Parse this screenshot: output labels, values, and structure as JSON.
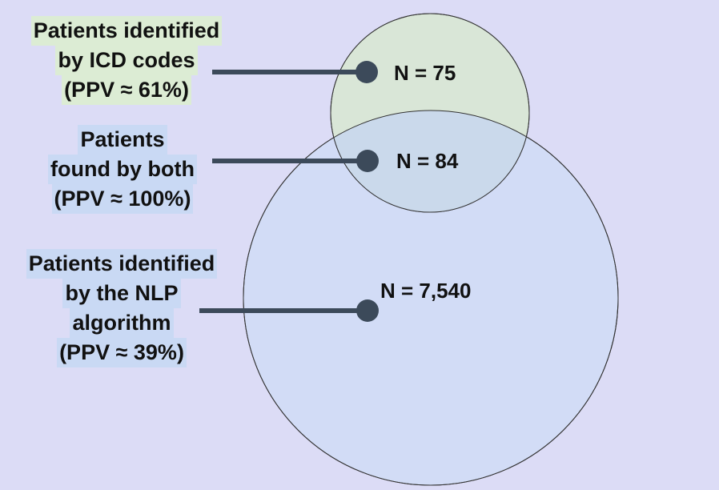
{
  "colors": {
    "background": "#dcdcf6",
    "icd_circle_fill": "#d9e6d7",
    "nlp_circle_fill": "#d2dcf6",
    "overlap_fill": "#cad9eb",
    "connector": "#3c4a5a",
    "label_highlight_green": "#dcecd4",
    "label_highlight_blue": "#c9d9f4"
  },
  "sets": [
    {
      "id": "icd",
      "label_lines": [
        "Patients identified",
        "by ICD codes",
        "(PPV ≈ 61%)"
      ],
      "count_label": "N = 75"
    },
    {
      "id": "both",
      "label_lines": [
        "Patients",
        "found by both",
        "(PPV ≈ 100%)"
      ],
      "count_label": "N = 84"
    },
    {
      "id": "nlp",
      "label_lines": [
        "Patients identified",
        "by the NLP",
        "algorithm",
        "(PPV ≈ 39%)"
      ],
      "count_label": "N = 7,540"
    }
  ]
}
